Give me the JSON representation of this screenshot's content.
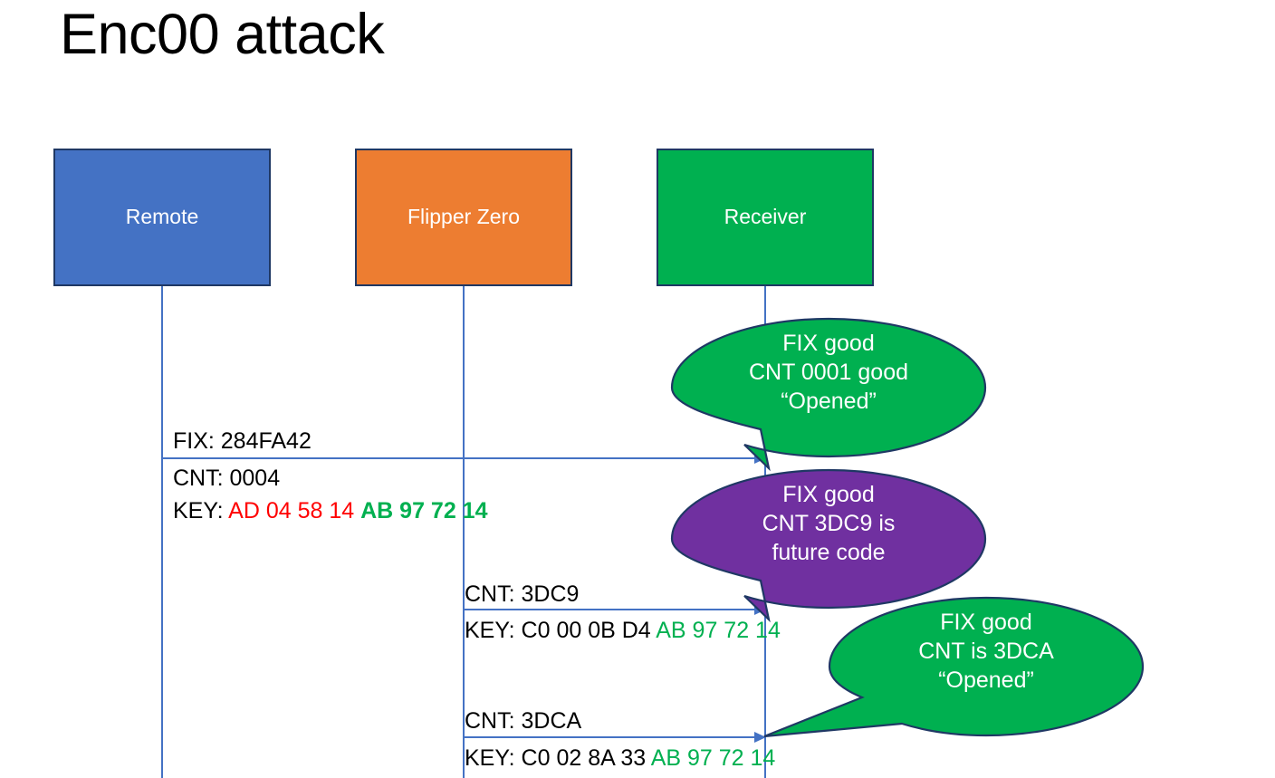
{
  "slide": {
    "title": "Enc00 attack"
  },
  "colors": {
    "remote_box": "#4472C4",
    "flipper_box": "#ED7D31",
    "receiver_box": "#00B050",
    "bubble_good": "#00B050",
    "bubble_future": "#7030A0",
    "lifeline": "#4472C4",
    "hex_red": "#FF0000",
    "hex_green": "#00B050",
    "outline": "#1F3864"
  },
  "actors": [
    {
      "id": "remote",
      "label": "Remote"
    },
    {
      "id": "flipper",
      "label": "Flipper Zero"
    },
    {
      "id": "receiver",
      "label": "Receiver"
    }
  ],
  "messages": {
    "remote_to_receiver": {
      "fix_label": "FIX: 284FA42",
      "cnt_label": "CNT: 0004",
      "key_prefix": "KEY: ",
      "key_red": "AD 04 58 14",
      "key_green": "AB 97 72 14"
    },
    "flipper_to_receiver_1": {
      "cnt_label": "CNT: 3DC9",
      "key_prefix": "KEY: C0 00 0B D4 ",
      "key_green": "AB 97 72 14"
    },
    "flipper_to_receiver_2": {
      "cnt_label": "CNT: 3DCA",
      "key_prefix": "KEY: C0 02 8A 33 ",
      "key_green": "AB 97 72 14"
    }
  },
  "bubbles": [
    {
      "id": "bubble-1",
      "color": "#00B050",
      "line1": "FIX good",
      "line2": "CNT 0001 good",
      "line3": "“Opened”"
    },
    {
      "id": "bubble-2",
      "color": "#7030A0",
      "line1": "FIX good",
      "line2": "CNT 3DC9 is",
      "line3": "future code"
    },
    {
      "id": "bubble-3",
      "color": "#00B050",
      "line1": "FIX good",
      "line2": "CNT is 3DCA",
      "line3": "“Opened”"
    }
  ]
}
